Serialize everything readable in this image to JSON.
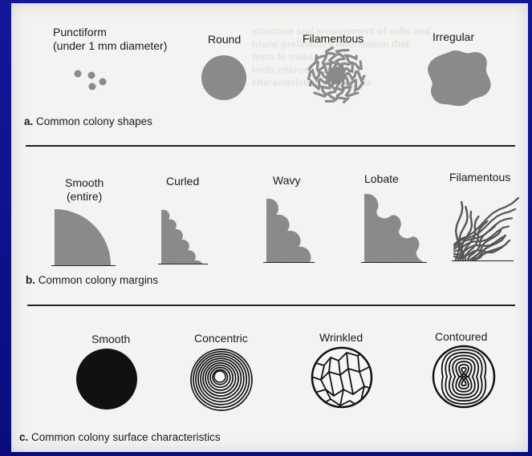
{
  "colors": {
    "frame": "#0d0f8f",
    "page": "#f3f3f1",
    "ink": "#1b1b1b",
    "fill_gray": "#8d8d8d",
    "fill_dark": "#111111"
  },
  "sections": [
    {
      "letter": "a.",
      "caption": "Common colony shapes",
      "items": [
        {
          "label_lines": [
            "Punctiform",
            "(under 1 mm diameter)"
          ],
          "figure": "punctiform-icon"
        },
        {
          "label_lines": [
            "Round"
          ],
          "figure": "round-colony-icon"
        },
        {
          "label_lines": [
            "Filamentous"
          ],
          "figure": "filamentous-colony-icon"
        },
        {
          "label_lines": [
            "Irregular"
          ],
          "figure": "irregular-colony-icon"
        }
      ]
    },
    {
      "letter": "b.",
      "caption": "Common colony margins",
      "items": [
        {
          "label_lines": [
            "Smooth",
            "(entire)"
          ],
          "figure": "smooth-margin-icon"
        },
        {
          "label_lines": [
            "Curled"
          ],
          "figure": "curled-margin-icon"
        },
        {
          "label_lines": [
            "Wavy"
          ],
          "figure": "wavy-margin-icon"
        },
        {
          "label_lines": [
            "Lobate"
          ],
          "figure": "lobate-margin-icon"
        },
        {
          "label_lines": [
            "Filamentous"
          ],
          "figure": "filamentous-margin-icon"
        }
      ]
    },
    {
      "letter": "c.",
      "caption": "Common colony surface characteristics",
      "items": [
        {
          "label_lines": [
            "Smooth"
          ],
          "figure": "smooth-surface-icon"
        },
        {
          "label_lines": [
            "Concentric"
          ],
          "figure": "concentric-surface-icon"
        },
        {
          "label_lines": [
            "Wrinkled"
          ],
          "figure": "wrinkled-surface-icon"
        },
        {
          "label_lines": [
            "Contoured"
          ],
          "figure": "contoured-surface-icon"
        }
      ]
    }
  ]
}
